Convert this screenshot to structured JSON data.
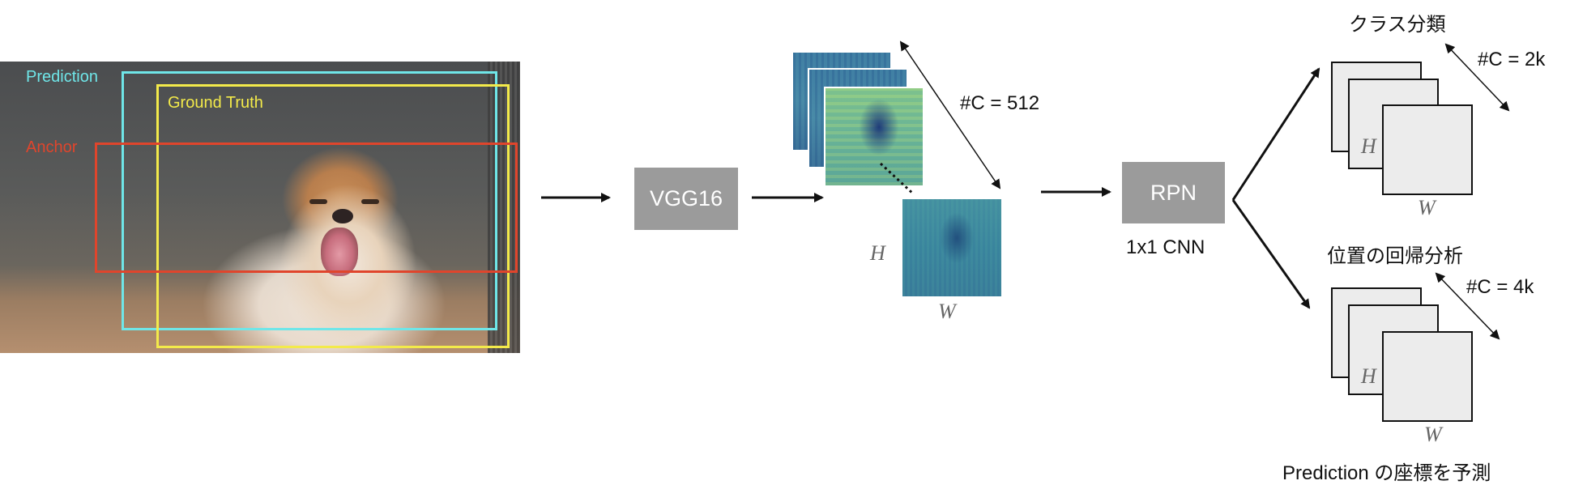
{
  "image_labels": {
    "prediction": "Prediction",
    "ground_truth": "Ground Truth",
    "anchor": "Anchor"
  },
  "colors": {
    "prediction": "#6fe6e8",
    "ground_truth": "#f3ea4a",
    "anchor": "#e0452c",
    "block": "#9b9b9b"
  },
  "blocks": {
    "vgg": "VGG16",
    "rpn": "RPN"
  },
  "rpn_caption": "1x1 CNN",
  "feature_map": {
    "channels": "#C = 512",
    "h": "H",
    "w": "W"
  },
  "cls_branch": {
    "title": "クラス分類",
    "channels": "#C = 2k",
    "h": "H",
    "w": "W"
  },
  "reg_branch": {
    "title": "位置の回帰分析",
    "channels": "#C = 4k",
    "h": "H",
    "w": "W"
  },
  "footer": "Prediction の座標を予測"
}
